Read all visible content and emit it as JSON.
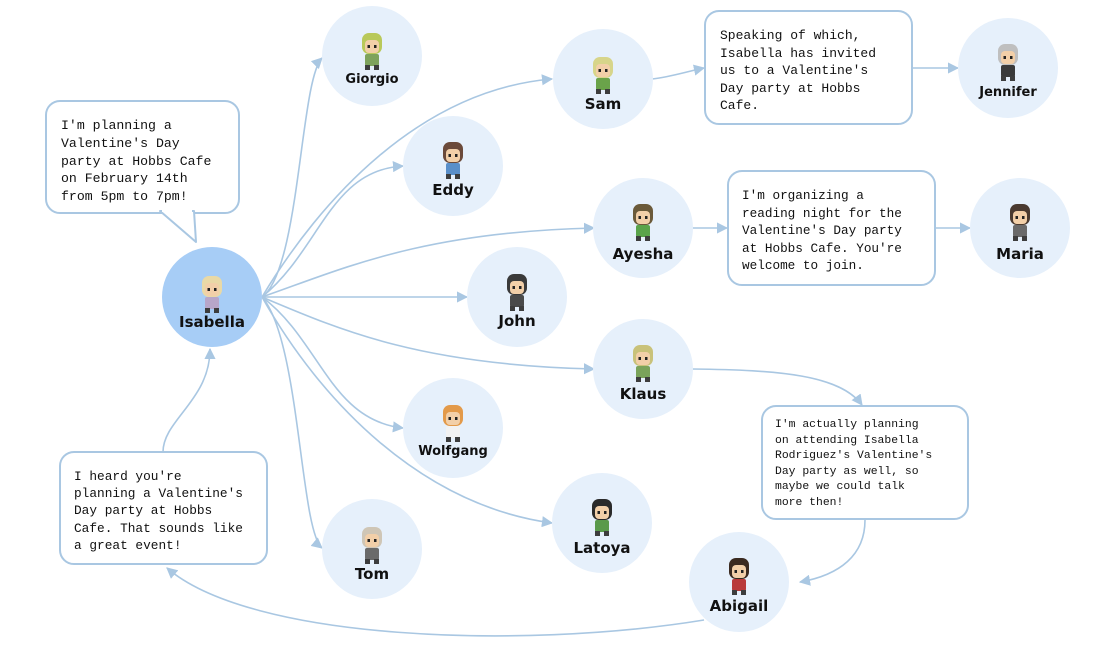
{
  "nodes": [
    {
      "id": "isabella",
      "label": "Isabella",
      "root": true,
      "hair": "#e9d9a6",
      "shirt": "#b7a6c9"
    },
    {
      "id": "giorgio",
      "label": "Giorgio",
      "hair": "#b9c95a",
      "shirt": "#7ea35c"
    },
    {
      "id": "eddy",
      "label": "Eddy",
      "hair": "#6b4a3a",
      "shirt": "#5a8fc9"
    },
    {
      "id": "john",
      "label": "John",
      "hair": "#3a3a3a",
      "shirt": "#4a4a4a"
    },
    {
      "id": "wolfgang",
      "label": "Wolfgang",
      "hair": "#e39a4a",
      "shirt": "#f2f2f2"
    },
    {
      "id": "tom",
      "label": "Tom",
      "hair": "#cfc6b6",
      "shirt": "#6a6a6a"
    },
    {
      "id": "sam",
      "label": "Sam",
      "hair": "#d7d58a",
      "shirt": "#6aa34a"
    },
    {
      "id": "ayesha",
      "label": "Ayesha",
      "hair": "#6b5a3a",
      "shirt": "#5aa34a"
    },
    {
      "id": "klaus",
      "label": "Klaus",
      "hair": "#c9c27a",
      "shirt": "#7aa35a"
    },
    {
      "id": "latoya",
      "label": "Latoya",
      "hair": "#2a2a2a",
      "shirt": "#5a9a4a"
    },
    {
      "id": "jennifer",
      "label": "Jennifer",
      "hair": "#bfbfbf",
      "shirt": "#3a3a3a"
    },
    {
      "id": "maria",
      "label": "Maria",
      "hair": "#4a3a30",
      "shirt": "#6a6a6a"
    },
    {
      "id": "abigail",
      "label": "Abigail",
      "hair": "#3a2a20",
      "shirt": "#b93a3a"
    }
  ],
  "bubbles": [
    {
      "id": "isabella-bubble",
      "text": "I'm planning a\nValentine's Day\nparty at Hobbs Cafe\non February 14th\nfrom 5pm to 7pm!"
    },
    {
      "id": "sam-bubble",
      "text": "Speaking of which,\nIsabella has invited\nus to a Valentine's\nDay party at Hobbs\nCafe."
    },
    {
      "id": "ayesha-bubble",
      "text": "I'm organizing a\nreading night for the\nValentine's Day party\nat Hobbs Cafe. You're\nwelcome to join."
    },
    {
      "id": "klaus-bubble",
      "text": "I'm actually planning\non attending Isabella\nRodriguez's Valentine's\nDay party as well, so\nmaybe we could talk\nmore then!"
    },
    {
      "id": "abigail-bubble",
      "text": "I heard you're\nplanning a Valentine's\nDay party at Hobbs\nCafe. That sounds like\na great event!"
    }
  ],
  "colors": {
    "edge": "#a9c7e2",
    "node_fill": "#e6f0fb",
    "root_fill": "#a7cdf6",
    "bubble_border": "#a9c7e2"
  }
}
